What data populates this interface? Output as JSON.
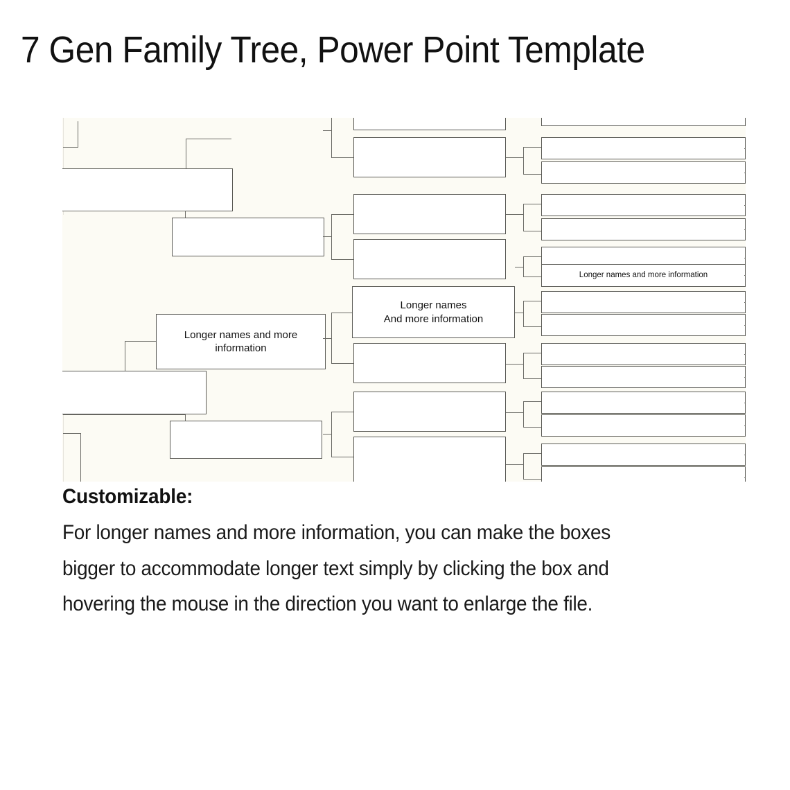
{
  "page": {
    "title": "7 Gen Family Tree, Power Point Template",
    "background_color": "#ffffff"
  },
  "diagram": {
    "name": "family-tree-chart",
    "background_color": "#fcfbf4",
    "box_border_color": "#5a5a55",
    "connector_color": "#6b6b66",
    "box_fill_color": "#ffffff",
    "note": "7 generation family tree bracket chart, left-to-right, clipped at edges",
    "generations": 7,
    "nodes": [
      {
        "id": "g2-a",
        "label": "",
        "col": "left"
      },
      {
        "id": "g3-a",
        "label": "",
        "col": "left"
      },
      {
        "id": "g3-b",
        "label": "Longer names and more information",
        "col": "left"
      },
      {
        "id": "g3-c",
        "label": "",
        "col": "left"
      },
      {
        "id": "g3-d",
        "label": "",
        "col": "left"
      },
      {
        "id": "g4-a",
        "label": "",
        "col": "mid"
      },
      {
        "id": "g4-b",
        "label": "",
        "col": "mid"
      },
      {
        "id": "g4-c",
        "label": "",
        "col": "mid"
      },
      {
        "id": "g4-d",
        "label": "",
        "col": "mid"
      },
      {
        "id": "g4-e",
        "label": "Longer names\nAnd more information",
        "col": "mid"
      },
      {
        "id": "g4-f",
        "label": "",
        "col": "mid"
      },
      {
        "id": "g4-g",
        "label": "",
        "col": "mid"
      },
      {
        "id": "g4-h",
        "label": "",
        "col": "mid"
      },
      {
        "id": "g5-row",
        "label": "",
        "col": "right"
      },
      {
        "id": "g5-named",
        "label": "Longer names and more information",
        "col": "right"
      }
    ],
    "labels": {
      "long_left": "Longer names and more information",
      "long_mid_line1": "Longer names",
      "long_mid_line2": "And more information",
      "long_right": "Longer names and more information"
    }
  },
  "body": {
    "heading": "Customizable:",
    "paragraph": "For longer names and more information, you can make the boxes bigger to accommodate longer text simply by clicking the box and hovering the mouse in the direction you want to enlarge the file."
  }
}
